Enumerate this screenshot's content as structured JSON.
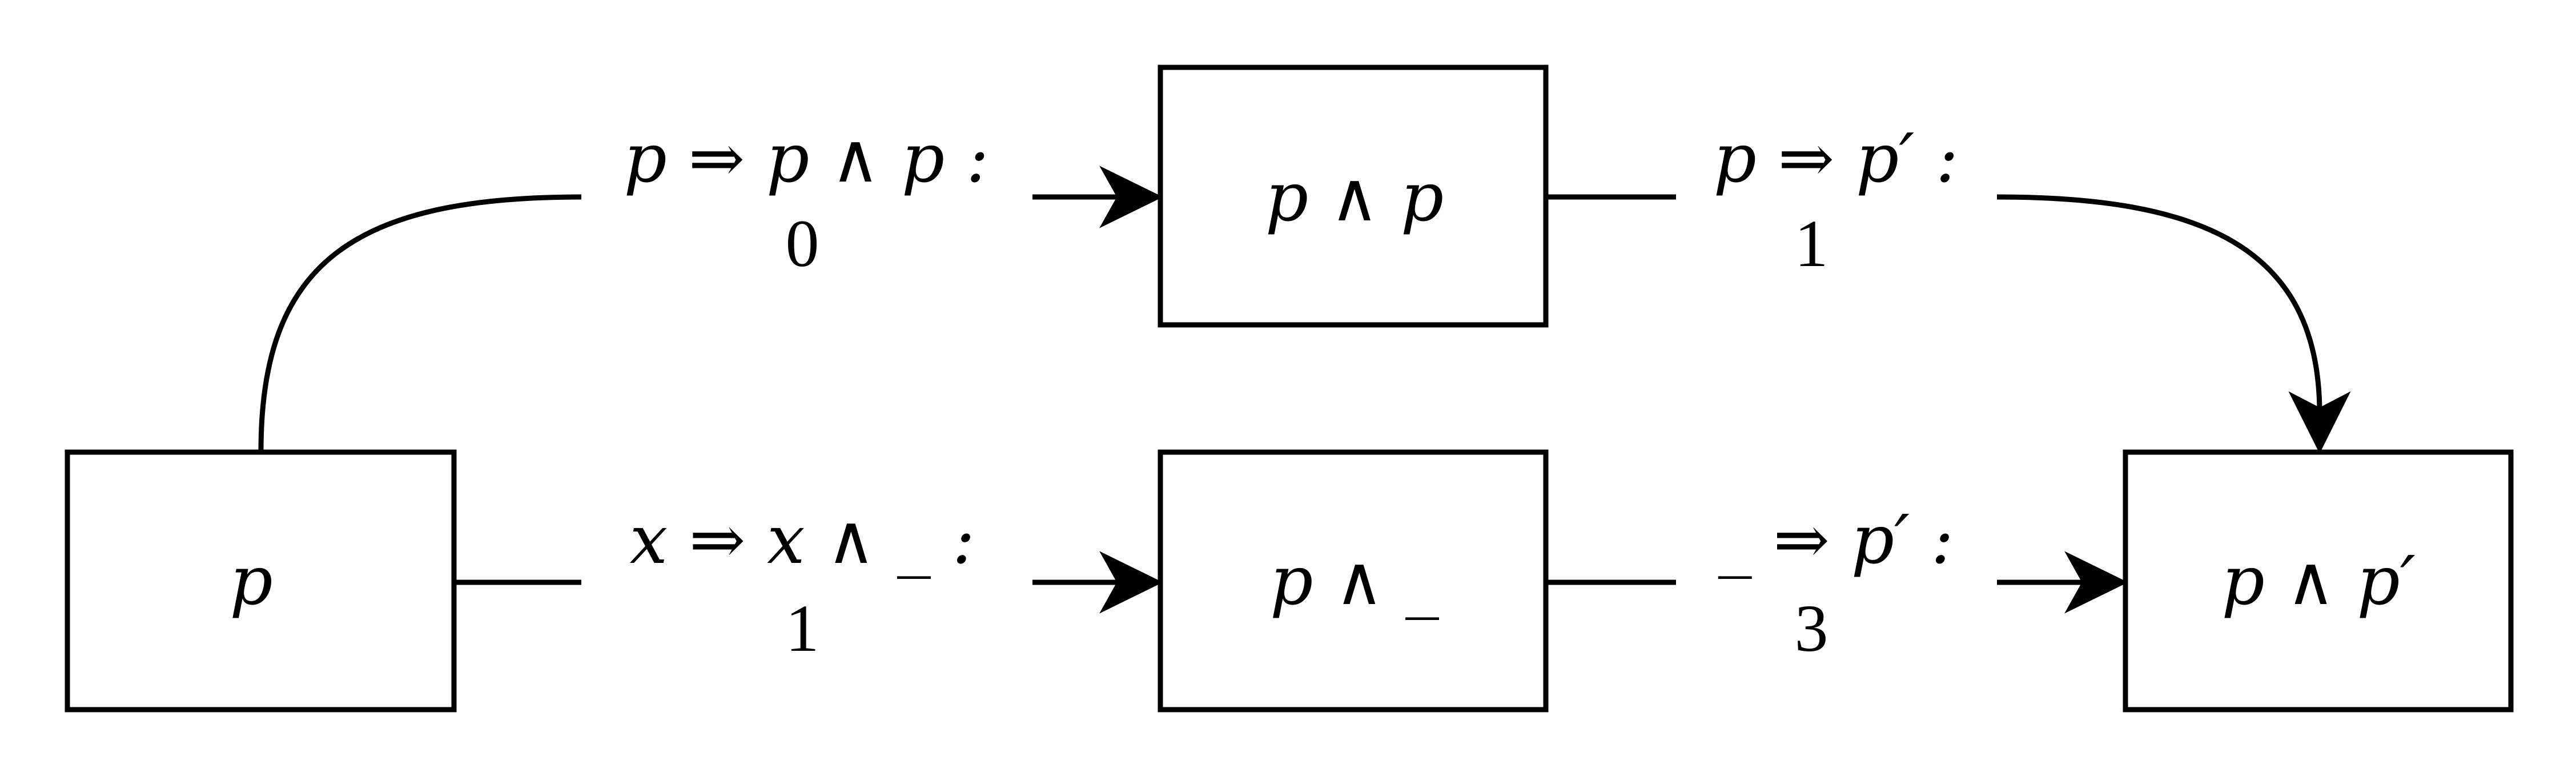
{
  "nodes": {
    "p": "p",
    "p_and_p": "p ∧ p",
    "p_and_blank": "p ∧ _",
    "p_and_pprime": "p ∧ p′"
  },
  "edges": {
    "top_left": {
      "rule": "p ⇒ p ∧ p :",
      "cost": "0"
    },
    "top_right": {
      "rule": "p ⇒ p′ :",
      "cost": "1"
    },
    "bottom_left": {
      "rule": "x ⇒ x ∧ _ :",
      "cost": "1"
    },
    "bottom_right": {
      "rule": "_ ⇒ p′ :",
      "cost": "3"
    }
  },
  "colors": {
    "stroke": "#000000",
    "background": "#ffffff"
  }
}
